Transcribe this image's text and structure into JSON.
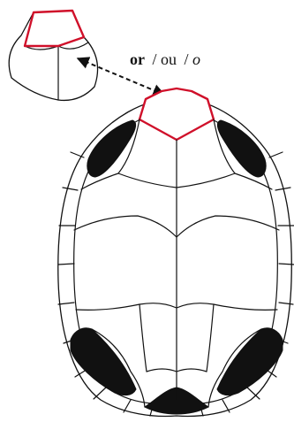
{
  "caption": {
    "conjunction": "or",
    "slash_1": "/",
    "french": "ou",
    "slash_2": "/",
    "spanish": "o"
  },
  "colors": {
    "highlight": "#d0102a",
    "ink": "#111111",
    "background": "#ffffff"
  },
  "icons": {
    "arrow": "dashed-double-headed-arrow"
  }
}
